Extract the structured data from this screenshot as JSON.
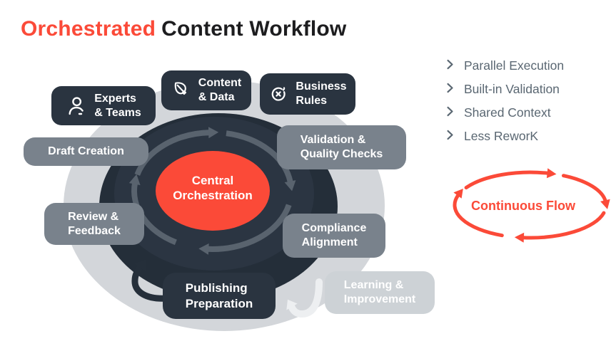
{
  "title": {
    "highlight": "Orchestrated",
    "rest": "Content Workflow"
  },
  "center": {
    "lines": [
      "Central",
      "Orchestration"
    ]
  },
  "nodes": {
    "experts": {
      "lines": [
        "Experts",
        "& Teams"
      ],
      "icon": "person-icon"
    },
    "content": {
      "lines": [
        "Content",
        "& Data"
      ],
      "icon": "leaf-icon"
    },
    "business": {
      "lines": [
        "Business",
        "Rules"
      ],
      "icon": "cycle-x-icon"
    },
    "validation": {
      "lines": [
        "Validation &",
        "Quality Checks"
      ]
    },
    "draft": {
      "lines": [
        "Draft Creation"
      ]
    },
    "review": {
      "lines": [
        "Review &",
        "Feedback"
      ]
    },
    "compliance": {
      "lines": [
        "Compliance",
        "Alignment"
      ]
    },
    "publishing": {
      "lines": [
        "Publishing",
        "Preparation"
      ]
    },
    "learning": {
      "lines": [
        "Learning &",
        "Improvement"
      ]
    }
  },
  "benefits": [
    {
      "label": "Parallel Execution",
      "icon": "chevron-right-icon"
    },
    {
      "label": "Built-in Validation",
      "icon": "chevron-right-icon"
    },
    {
      "label": "Shared Context",
      "icon": "chevron-right-icon"
    },
    {
      "label": "Less ReworK",
      "icon": "chevron-right-icon"
    }
  ],
  "flow_loop": {
    "label": "Continuous Flow"
  },
  "colors": {
    "accent": "#FB4A38",
    "dark_node": "#2A3440",
    "hub_outer": "#242E39",
    "hub_inner": "#2B3542",
    "ring_arrow": "#59636E",
    "gray_node": "#79828C",
    "halo": "#D3D6DA",
    "pale_node": "#CDD2D6",
    "muted_text": "#5A6772"
  }
}
